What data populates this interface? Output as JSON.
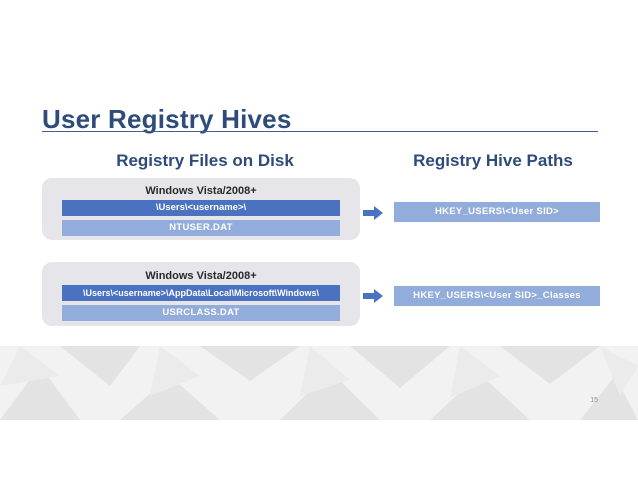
{
  "slide": {
    "title": "User Registry Hives",
    "page_number": "15",
    "left_heading": "Registry Files on Disk",
    "right_heading": "Registry Hive Paths"
  },
  "colors": {
    "title": "#2e4b7a",
    "panel": "#e6e6ea",
    "path_bar": "#4b72c1",
    "file_bar": "#92acdc",
    "arrow": "#4b72c1"
  },
  "groups": [
    {
      "os_label": "Windows Vista/2008+",
      "path": "\\Users\\<username>\\",
      "file": "NTUSER.DAT",
      "hive": "HKEY_USERS\\<User SID>"
    },
    {
      "os_label": "Windows Vista/2008+",
      "path": "\\Users\\<username>\\AppData\\Local\\Microsoft\\Windows\\",
      "file": "USRCLASS.DAT",
      "hive": "HKEY_USERS\\<User SID>_Classes"
    }
  ],
  "icons": {
    "arrow": "right-arrow-icon",
    "background": "low-poly-triangle-pattern"
  }
}
